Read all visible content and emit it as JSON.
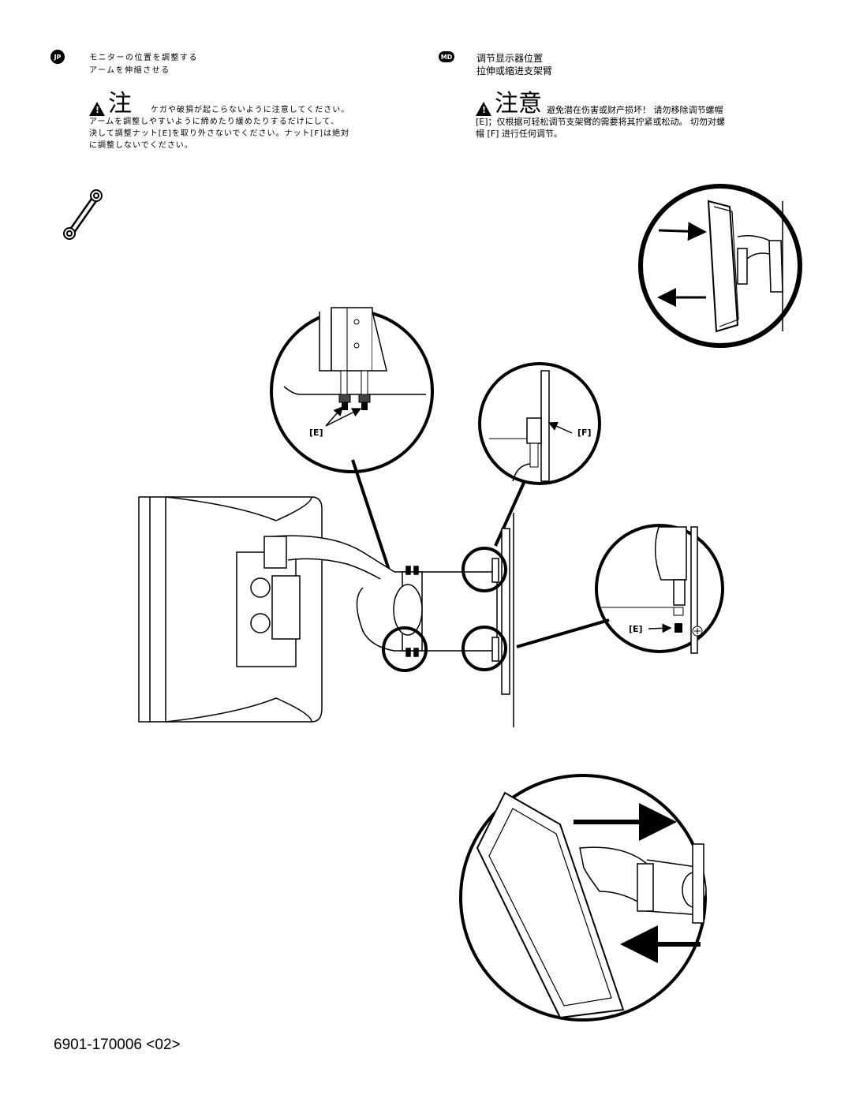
{
  "jp": {
    "badge": "JP",
    "title_line1": "モニターの位置を調整する",
    "title_line2": "アームを伸縮させる",
    "warn_big": "注",
    "warn_line1": "ケガや破損が起こらないように注意してください。",
    "warn_line2": "アームを調整しやすいように締めたり緩めたりするだけにして、",
    "warn_line3": "決して調整ナット[E]を取り外さないでください。ナット[F]は絶対",
    "warn_line4": "に調整しないでください。"
  },
  "md": {
    "badge": "MD",
    "title_line1": "调节显示器位置",
    "title_line2": "拉伸或缩进支架臂",
    "warn_big": "注意",
    "warn_line1": "避免潜在伤害或财产损坏！ 请勿移除调节螺帽",
    "warn_line2": "[E]；仅根据可轻松调节支架臂的需要将其拧紧或松动。 切勿对螺",
    "warn_line3": "帽 [F] 进行任何调节。"
  },
  "callouts": {
    "e_top": "[E]",
    "f_right": "[F]",
    "e_right": "[E]"
  },
  "footer": "6901-170006 <02>"
}
